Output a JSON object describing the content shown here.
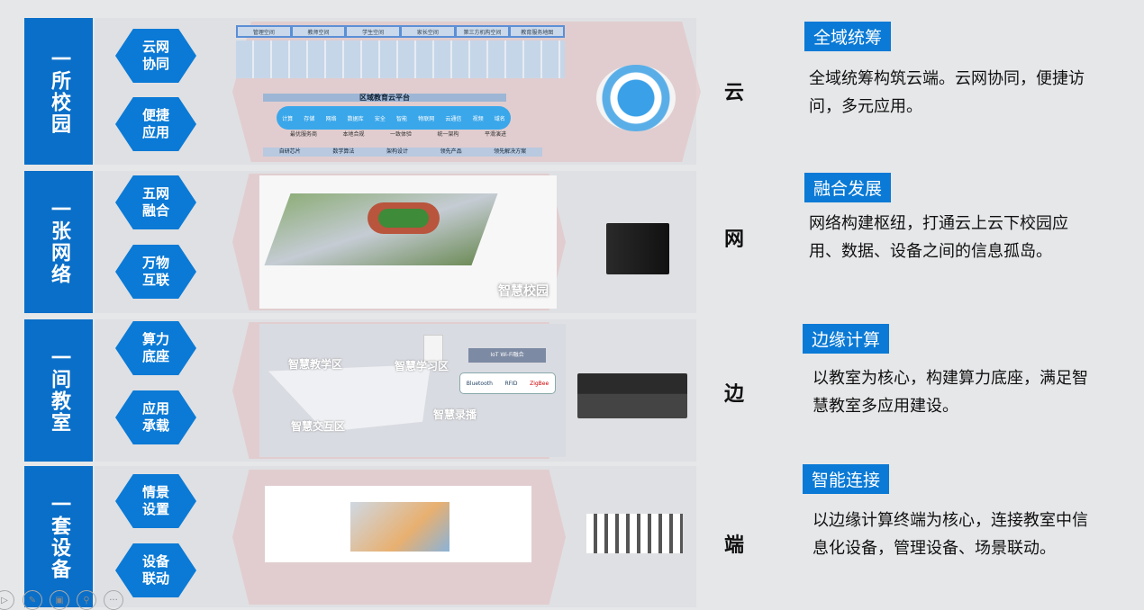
{
  "rows": [
    {
      "title": "一所校园",
      "items": [
        "云网协同",
        "便捷应用"
      ],
      "char": "云",
      "tag": "全域统筹",
      "desc": "全域统筹构筑云端。云网协同，便捷访问，多元应用。"
    },
    {
      "title": "一张网络",
      "items": [
        "五网融合",
        "万物互联"
      ],
      "char": "网",
      "tag": "融合发展",
      "desc": "网络构建枢纽，打通云上云下校园应用、数据、设备之间的信息孤岛。"
    },
    {
      "title": "一间教室",
      "items": [
        "算力底座",
        "应用承载"
      ],
      "char": "边",
      "tag": "边缘计算",
      "desc": "以教室为核心，构建算力底座，满足智慧教室多应用建设。"
    },
    {
      "title": "一套设备",
      "items": [
        "情景设置",
        "设备联动"
      ],
      "char": "端",
      "tag": "智能连接",
      "desc": "以边缘计算终端为核心，连接教室中信息化设备，管理设备、场景联动。"
    }
  ],
  "cloud": {
    "spaces": [
      "管理空间",
      "教师空间",
      "学生空间",
      "家长空间",
      "第三方机构空间",
      "教育服务地图"
    ],
    "platform": "区域教育云平台",
    "services": [
      "计算",
      "存储",
      "网络",
      "数据库",
      "安全",
      "智能",
      "物联网",
      "云通信",
      "视频",
      "域名"
    ],
    "features": [
      "最优服务商",
      "本地合规",
      "一致体验",
      "统一架构",
      "平滑演进"
    ],
    "base": [
      "自研芯片",
      "数学算法",
      "架构设计",
      "领先产品",
      "领先解决方案"
    ]
  },
  "network": {
    "label": "智慧校园"
  },
  "classroom": {
    "zones": [
      "智慧教学区",
      "智慧学习区",
      "智慧交互区",
      "智慧录播"
    ],
    "iot": "IoT Wi-Fi融合",
    "protocols": [
      "Bluetooth",
      "RFID",
      "ZigBee"
    ]
  },
  "toolbar": [
    "play",
    "pen",
    "slides",
    "zoom",
    "more"
  ]
}
